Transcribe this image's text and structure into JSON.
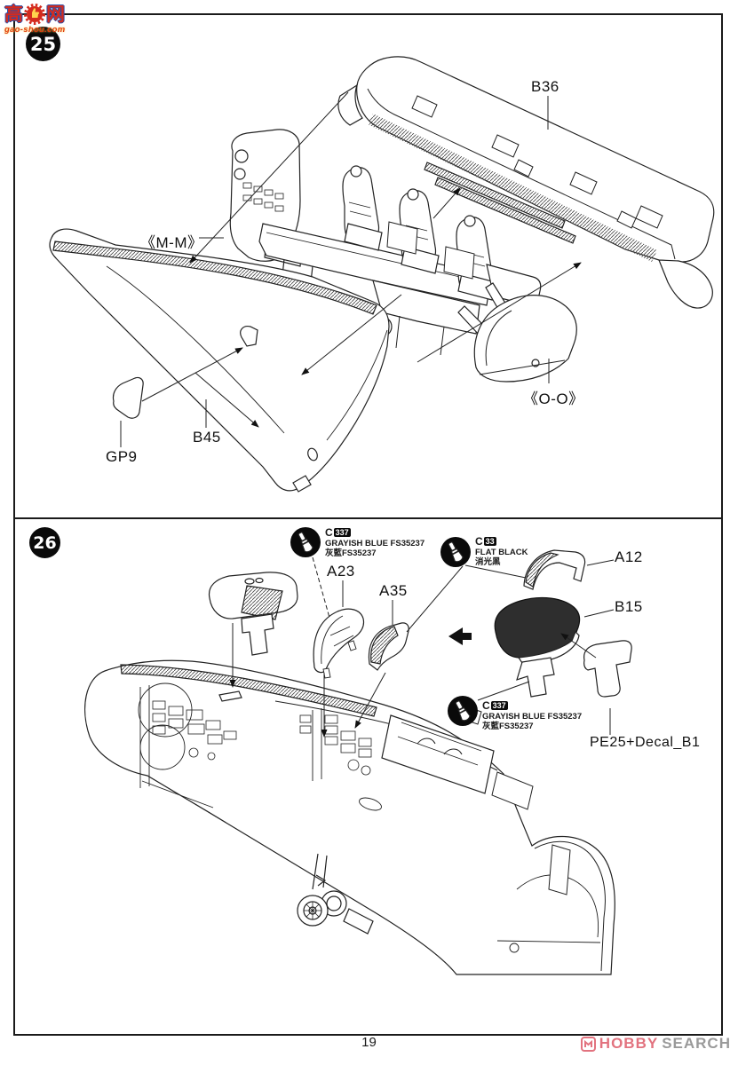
{
  "watermark": {
    "char_left": "高",
    "char_right": "网",
    "domain": "gao-shou.com"
  },
  "footer": {
    "page_number": "19",
    "logo_word1": "HOBBY",
    "logo_word2": "SEARCH"
  },
  "steps": [
    {
      "number": "25",
      "part_labels": [
        {
          "text": "《M-M》"
        },
        {
          "text": "B36"
        },
        {
          "text": "GP9"
        },
        {
          "text": "B45"
        },
        {
          "text": "《O-O》"
        }
      ]
    },
    {
      "number": "26",
      "part_labels": [
        {
          "text": "A23"
        },
        {
          "text": "A35"
        },
        {
          "text": "A12"
        },
        {
          "text": "B15"
        },
        {
          "text": "PE25+Decal_B1"
        }
      ],
      "paint_callouts": [
        {
          "code": "C",
          "color_number": "337",
          "name_en": "GRAYISH BLUE FS35237",
          "name_zh": "灰藍FS35237"
        },
        {
          "code": "C",
          "color_number": "33",
          "name_en": "FLAT BLACK",
          "name_zh": "消光黑"
        },
        {
          "code": "C",
          "color_number": "337",
          "name_en": "GRAYISH BLUE FS35237",
          "name_zh": "灰藍FS35237"
        }
      ]
    }
  ],
  "colors": {
    "line": "#1a1a1a",
    "dark_part": "#2e2e2e",
    "logo_pink": "#e2737f",
    "watermark_red": "#d42b1e"
  }
}
